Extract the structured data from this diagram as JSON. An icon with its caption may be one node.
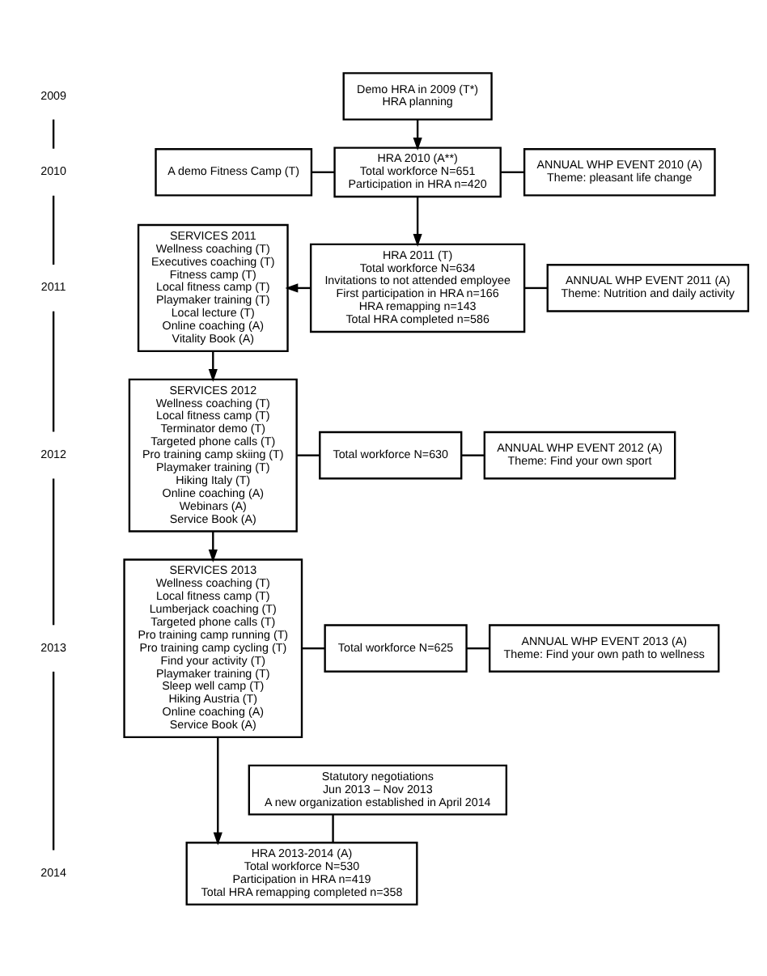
{
  "diagram": {
    "nodes": [
      {
        "text": [
          "2009"
        ]
      },
      {
        "text": [
          "Demo HRA in 2009 (T*)",
          "HRA planning"
        ]
      },
      {
        "text": [
          "2010"
        ]
      },
      {
        "text": [
          "A demo Fitness Camp (T)"
        ]
      },
      {
        "text": [
          "HRA 2010 (A**)",
          "Total workforce N=651",
          "Participation in HRA n=420"
        ]
      },
      {
        "text": [
          "ANNUAL WHP EVENT 2010 (A)",
          "Theme: pleasant life change"
        ]
      },
      {
        "text": [
          "2011"
        ]
      },
      {
        "text": [
          "SERVICES 2011",
          "Wellness coaching (T)",
          "Executives coaching (T)",
          "Fitness camp (T)",
          "Local fitness camp (T)",
          "Playmaker training (T)",
          "Local lecture (T)",
          "Online coaching (A)",
          "Vitality Book (A)"
        ]
      },
      {
        "text": [
          "HRA 2011 (T)",
          "Total workforce N=634",
          "Invitations to not attended employee",
          "First participation in HRA n=166",
          "HRA remapping n=143",
          "Total HRA completed n=586"
        ]
      },
      {
        "text": [
          "ANNUAL WHP EVENT 2011 (A)",
          "Theme: Nutrition and daily activity"
        ]
      },
      {
        "text": [
          "2012"
        ]
      },
      {
        "text": [
          "SERVICES 2012",
          "Wellness coaching (T)",
          "Local fitness camp (T)",
          "Terminator demo (T)",
          "Targeted phone calls (T)",
          "Pro training camp skiing (T)",
          "Playmaker training (T)",
          "Hiking Italy (T)",
          "Online coaching (A)",
          "Webinars (A)",
          "Service Book (A)"
        ]
      },
      {
        "text": [
          "Total workforce N=630"
        ]
      },
      {
        "text": [
          "ANNUAL WHP EVENT 2012 (A)",
          "Theme: Find your own sport"
        ]
      },
      {
        "text": [
          "2013"
        ]
      },
      {
        "text": [
          "SERVICES 2013",
          "Wellness coaching (T)",
          "Local fitness camp (T)",
          "Lumberjack coaching (T)",
          "Targeted phone calls (T)",
          "Pro training camp running (T)",
          "Pro training camp cycling (T)",
          "Find your activity (T)",
          "Playmaker training (T)",
          "Sleep well camp (T)",
          "Hiking Austria (T)",
          "Online coaching (A)",
          "Service Book (A)"
        ]
      },
      {
        "text": [
          "Total workforce N=625"
        ]
      },
      {
        "text": [
          "ANNUAL WHP EVENT 2013 (A)",
          "Theme: Find your own path to wellness"
        ]
      },
      {
        "text": [
          "Statutory negotiations",
          "Jun 2013 – Nov 2013",
          "A new organization established in April 2014"
        ]
      },
      {
        "text": [
          "2014"
        ]
      },
      {
        "text": [
          "HRA 2013-2014 (A)",
          "Total workforce N=530",
          "Participation in HRA n=419",
          "Total HRA remapping completed n=358"
        ]
      }
    ],
    "edges": [
      {
        "from": 0,
        "to": 2,
        "arrow": "none"
      },
      {
        "from": 2,
        "to": 6,
        "arrow": "none"
      },
      {
        "from": 6,
        "to": 10,
        "arrow": "none"
      },
      {
        "from": 10,
        "to": 14,
        "arrow": "none"
      },
      {
        "from": 14,
        "to": 19,
        "arrow": "none"
      },
      {
        "from": 1,
        "to": 4,
        "arrow": "to"
      },
      {
        "from": 4,
        "to": 3,
        "arrow": "none"
      },
      {
        "from": 4,
        "to": 5,
        "arrow": "none"
      },
      {
        "from": 4,
        "to": 8,
        "arrow": "to"
      },
      {
        "from": 8,
        "to": 7,
        "arrow": "to"
      },
      {
        "from": 8,
        "to": 9,
        "arrow": "none"
      },
      {
        "from": 7,
        "to": 11,
        "arrow": "to"
      },
      {
        "from": 11,
        "to": 12,
        "arrow": "none"
      },
      {
        "from": 12,
        "to": 13,
        "arrow": "none"
      },
      {
        "from": 11,
        "to": 15,
        "arrow": "to"
      },
      {
        "from": 15,
        "to": 16,
        "arrow": "none"
      },
      {
        "from": 16,
        "to": 17,
        "arrow": "none"
      },
      {
        "from": 15,
        "to": 20,
        "arrow": "to"
      },
      {
        "from": 18,
        "to": 20,
        "arrow": "none"
      }
    ]
  }
}
